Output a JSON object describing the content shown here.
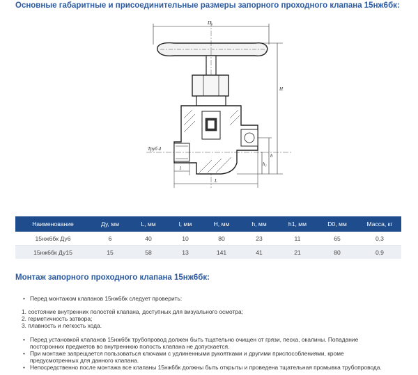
{
  "section1": {
    "title": "Основные габаритные и присоединительные размеры запорного проходного клапана 15нж6бк:"
  },
  "drawing": {
    "labels": {
      "d0": "D₀",
      "h_top": "H",
      "h": "h",
      "h1": "h₁",
      "thread": "Труб d",
      "l_small": "l",
      "l_big": "L"
    }
  },
  "table": {
    "headers": [
      "Наименование",
      "Ду, мм",
      "L, мм",
      "l, мм",
      "H, мм",
      "h, мм",
      "h1, мм",
      "D0, мм",
      "Масса, кг"
    ],
    "rows": [
      [
        "15нж6бк Ду6",
        "6",
        "40",
        "10",
        "80",
        "23",
        "11",
        "65",
        "0,3"
      ],
      [
        "15нж6бк Ду15",
        "15",
        "58",
        "13",
        "141",
        "41",
        "21",
        "80",
        "0,9"
      ]
    ]
  },
  "section2": {
    "title": "Монтаж запорного проходного клапана 15нж6бк:",
    "intro": "Перед монтажом клапанов 15нж6бк следует проверить:",
    "checks": [
      "1. состояние внутренних полостей клапана, доступных для визуального осмотра;",
      "2. герметичность затвора;",
      "3. плавность и легкость хода."
    ],
    "notes": [
      "Перед установкой клапанов 15нж6бк трубопровод должен быть тщательно очищен от грязи, песка, окалины. Попадание",
      "посторонних предметов во внутреннюю полость клапана не допускается.",
      "При монтаже запрещается пользоваться ключами с удлиненными рукоятками и другими приспособлениями, кроме",
      "предусмотренных для данного клапана.",
      "Непосредственно после монтажа все клапаны 15нж6бк должны быть открыты и проведена тщательная промывка трубопровода."
    ]
  }
}
